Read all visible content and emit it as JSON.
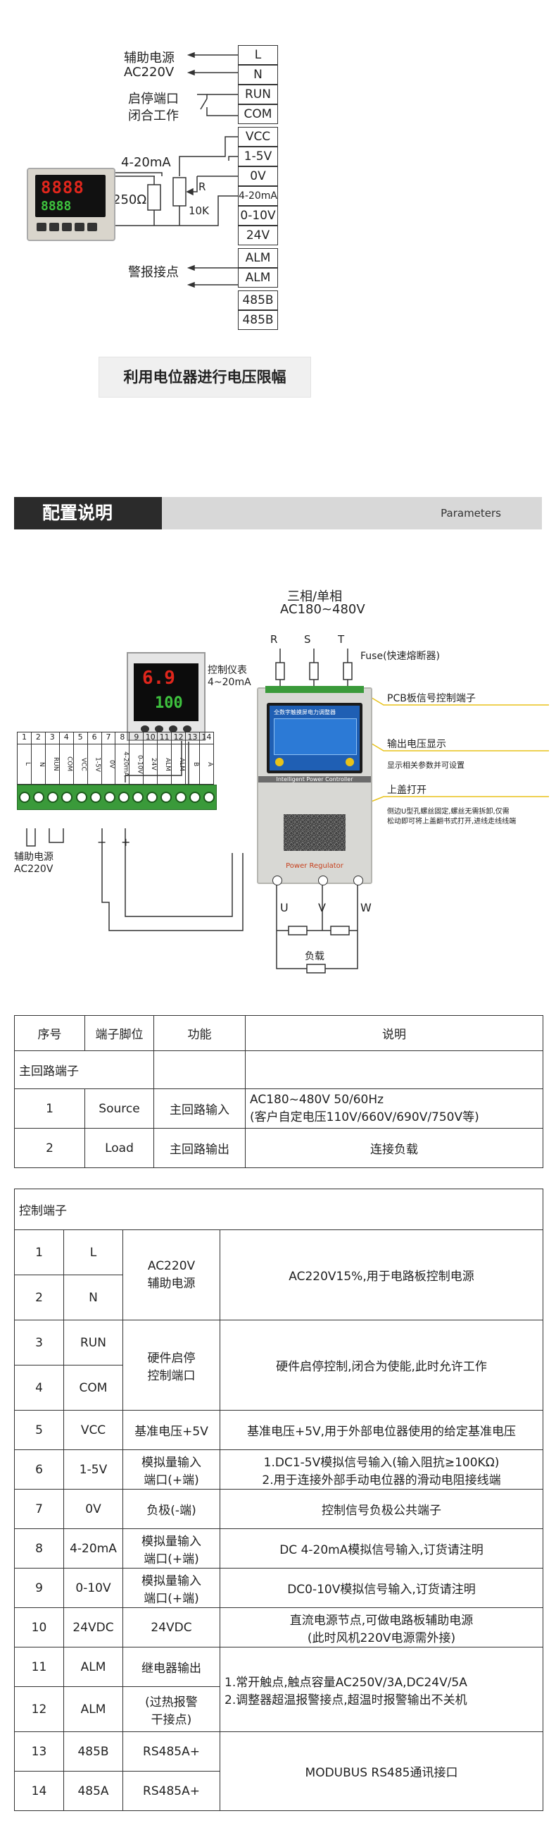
{
  "wiring": {
    "aux_power_line1": "辅助电源",
    "aux_power_line2": "AC220V",
    "run_port_line1": "启停端口",
    "run_port_line2": "闭合工作",
    "signal_label": "4-20mA",
    "resistor_label": "250Ω",
    "pot_r_label": "R",
    "pot_value": "10K",
    "alarm_label": "警报接点",
    "terminals": [
      "L",
      "N",
      "RUN",
      "COM",
      "VCC",
      "1-5V",
      "0V",
      "4-20mA",
      "0-10V",
      "24V",
      "ALM",
      "ALM",
      "485B",
      "485B"
    ],
    "caption": "利用电位器进行电压限幅",
    "controller_display_top": "8888",
    "controller_display_bottom": "8888"
  },
  "section": {
    "title": "配置说明",
    "subtitle": "Parameters"
  },
  "diagram": {
    "phase_line1": "三相/单相",
    "phase_line2": "AC180~480V",
    "phase_r": "R",
    "phase_s": "S",
    "phase_t": "T",
    "fuse": "Fuse(快速熔断器)",
    "meter_line1": "控制仪表",
    "meter_line2": "4~20mA",
    "meter_top": "6.9",
    "meter_bottom": "100",
    "pcb_label": "PCB板信号控制端子",
    "output_display": "输出电压显示",
    "param_display": "显示相关参数并可设置",
    "cover": "上盖打开",
    "cover_note_line1": "侧边U型孔螺丝固定,螺丝无需拆卸,仅需",
    "cover_note_line2": "松动即可将上盖翻书式打开,进线走线线端",
    "strip_numbers": [
      "1",
      "2",
      "3",
      "4",
      "5",
      "6",
      "7",
      "8",
      "9",
      "10",
      "11",
      "12",
      "13",
      "14"
    ],
    "strip_labels": [
      "L",
      "N",
      "RUN",
      "COM",
      "VCC",
      "1-5V",
      "0V",
      "4-20mA",
      "0-10V",
      "24V",
      "ALM",
      "ALM",
      "B",
      "A"
    ],
    "aux_line1": "辅助电源",
    "aux_line2": "AC220V",
    "minus": "−",
    "plus": "+",
    "panel_brand": "Intelligent Power Controller",
    "panel_model": "Power Regulator",
    "screen_title": "全数字触摸屏电力调整器",
    "out_u": "U",
    "out_v": "V",
    "out_w": "W",
    "load": "负载"
  },
  "table1": {
    "headers": [
      "序号",
      "端子脚位",
      "功能",
      "说明"
    ],
    "group": "主回路端子",
    "rows": [
      {
        "no": "1",
        "pin": "Source",
        "func": "主回路输入",
        "desc1": "AC180~480V 50/60Hz",
        "desc2": "(客户自定电压110V/660V/690V/750V等)"
      },
      {
        "no": "2",
        "pin": "Load",
        "func": "主回路输出",
        "desc1": "连接负载",
        "desc2": ""
      }
    ]
  },
  "table2": {
    "group": "控制端子",
    "r1": {
      "no": "1",
      "pin": "L"
    },
    "r2": {
      "no": "2",
      "pin": "N"
    },
    "f12_line1": "AC220V",
    "f12_line2": "辅助电源",
    "d12": "AC220V15%,用于电路板控制电源",
    "r3": {
      "no": "3",
      "pin": "RUN"
    },
    "r4": {
      "no": "4",
      "pin": "COM"
    },
    "f34_line1": "硬件启停",
    "f34_line2": "控制端口",
    "d34": "硬件启停控制,闭合为使能,此时允许工作",
    "r5": {
      "no": "5",
      "pin": "VCC",
      "func": "基准电压+5V",
      "desc": "基准电压+5V,用于外部电位器使用的给定基准电压"
    },
    "r6": {
      "no": "6",
      "pin": "1-5V",
      "func1": "模拟量输入",
      "func2": "端口(+端)",
      "desc1": "1.DC1-5V模拟信号输入(输入阻抗≥100KΩ)",
      "desc2": "2.用于连接外部手动电位器的滑动电阻接线端"
    },
    "r7": {
      "no": "7",
      "pin": "0V",
      "func": "负极(-端)",
      "desc": "控制信号负极公共端子"
    },
    "r8": {
      "no": "8",
      "pin": "4-20mA",
      "func1": "模拟量输入",
      "func2": "端口(+端)",
      "desc": "DC 4-20mA模拟信号输入,订货请注明"
    },
    "r9": {
      "no": "9",
      "pin": "0-10V",
      "func1": "模拟量输入",
      "func2": "端口(+端)",
      "desc": "DC0-10V模拟信号输入,订货请注明"
    },
    "r10": {
      "no": "10",
      "pin": "24VDC",
      "func": "24VDC",
      "desc1": "直流电源节点,可做电路板辅助电源",
      "desc2": "(此时风机220V电源需外接)"
    },
    "r11": {
      "no": "11",
      "pin": "ALM",
      "func": "继电器输出"
    },
    "r12": {
      "no": "12",
      "pin": "ALM",
      "func1": "(过热报警",
      "func2": "干接点)"
    },
    "d1112_line1": "1.常开触点,触点容量AC250V/3A,DC24V/5A",
    "d1112_line2": "2.调整器超温报警接点,超温时报警输出不关机",
    "r13": {
      "no": "13",
      "pin": "485B",
      "func": "RS485A+"
    },
    "r14": {
      "no": "14",
      "pin": "485A",
      "func": "RS485A+"
    },
    "d1314": "MODUBUS RS485通讯接口"
  },
  "colors": {
    "terminal_green": "#3a9a3a",
    "panel_blue": "#1f5fb4",
    "section_dark": "#2b2b2b",
    "leader_yellow": "#e8c21a",
    "led_red": "#e0261c",
    "led_green": "#3ec23e"
  }
}
